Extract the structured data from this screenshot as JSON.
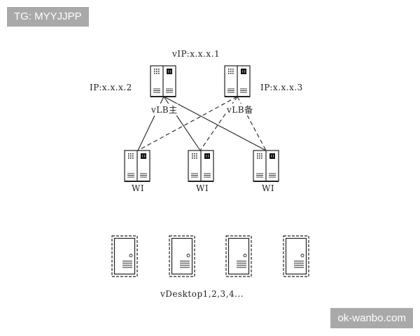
{
  "watermarks": {
    "top_left": "TG: MYYJJPP",
    "bottom_right": "ok-wanbo.com"
  },
  "labels": {
    "vip": "vIP:x.x.x.1",
    "ip_main": "IP:x.x.x.2",
    "ip_backup": "IP:x.x.x.3",
    "vlb_main": "vLB主",
    "vlb_backup": "vLB备",
    "wi_1": "WI",
    "wi_2": "WI",
    "wi_3": "WI",
    "vdesktop": "vDesktop1,2,3,4..."
  },
  "icons": {
    "load_balancer": "server-tower-icon",
    "web_interface": "server-tower-icon",
    "virtual_desktop": "virtual-desktop-icon"
  },
  "connections": {
    "main_to_wi": "solid",
    "backup_to_wi": "dashed"
  },
  "colors": {
    "stroke": "#222222",
    "badge_bg": "#a9a9a9",
    "badge_text": "#ffffff",
    "server_dark": "#111111"
  }
}
